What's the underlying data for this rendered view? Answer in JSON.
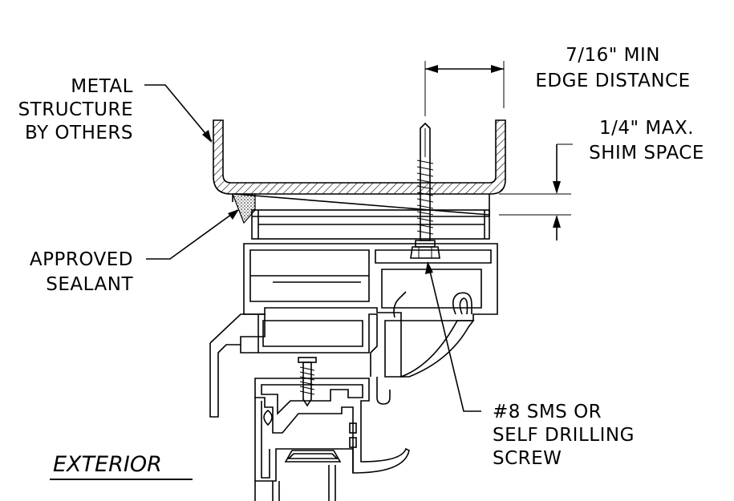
{
  "diagram": {
    "labels": {
      "metal_structure": [
        "METAL",
        "STRUCTURE",
        "BY OTHERS"
      ],
      "edge_distance": [
        "7/16\" MIN",
        "EDGE DISTANCE"
      ],
      "shim_space": [
        "1/4\" MAX.",
        "SHIM SPACE"
      ],
      "approved_sealant": [
        "APPROVED",
        "SEALANT"
      ],
      "screw": [
        "#8 SMS OR",
        "SELF DRILLING",
        "SCREW"
      ],
      "exterior": "EXTERIOR"
    }
  }
}
